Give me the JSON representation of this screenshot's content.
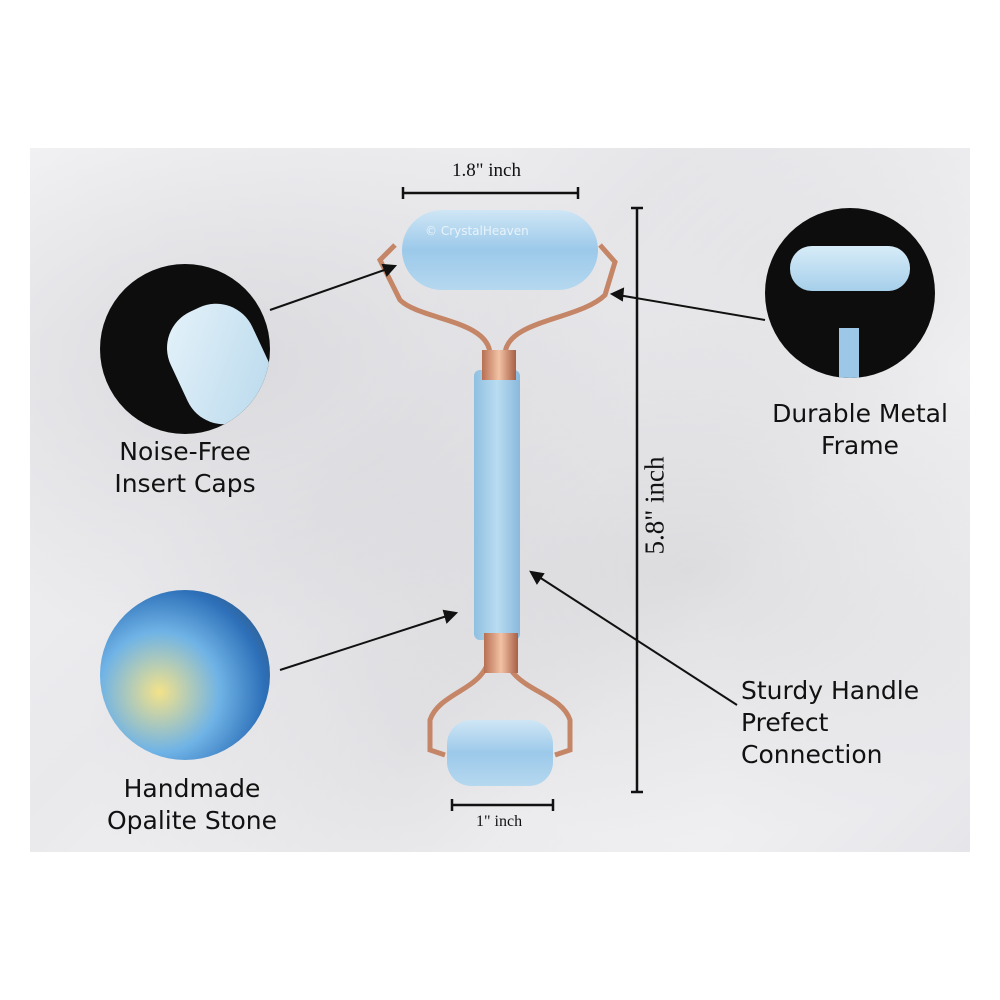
{
  "watermark": "© CrystalHeaven",
  "measurements": {
    "top_width": "1.8\" inch",
    "bottom_width": "1\" inch",
    "height": "5.8\" inch"
  },
  "callouts": {
    "insert_caps": [
      "Noise-Free",
      "Insert Caps"
    ],
    "metal_frame": [
      "Durable Metal",
      "Frame"
    ],
    "opalite": [
      "Handmade",
      "Opalite Stone"
    ],
    "handle": [
      "Sturdy Handle",
      "Prefect",
      "Connection"
    ]
  }
}
